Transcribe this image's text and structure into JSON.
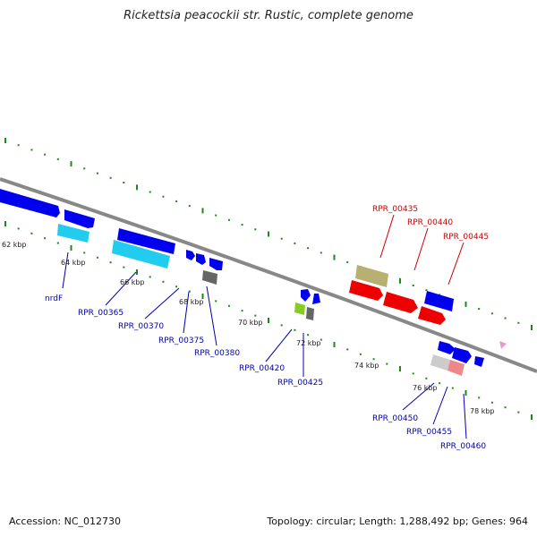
{
  "title": "Rickettsia peacockii str. Rustic, complete genome",
  "footer": {
    "accession": "Accession: NC_012730",
    "summary": "Topology: circular; Length: 1,288,492 bp; Genes: 964"
  },
  "colors": {
    "backbone": "#888888",
    "tick": "#1a8a1a",
    "blue": "#0000ee",
    "cyan": "#22ccee",
    "red": "#ee0000",
    "khaki": "#b8b070",
    "gray": "#666666",
    "lightgray": "#cccccc",
    "pink": "#ee8888",
    "lime": "#88cc22",
    "magenta": "#ee99cc",
    "label_blue": "#0000aa",
    "label_red": "#cc0000"
  },
  "kbp_labels": [
    "62 kbp",
    "64 kbp",
    "66 kbp",
    "68 kbp",
    "70 kbp",
    "72 kbp",
    "74 kbp",
    "76 kbp",
    "78 kbp"
  ],
  "gene_labels": {
    "nrdF": "nrdF",
    "g365": "RPR_00365",
    "g370": "RPR_00370",
    "g375": "RPR_00375",
    "g380": "RPR_00380",
    "g420": "RPR_00420",
    "g425": "RPR_00425",
    "g435": "RPR_00435",
    "g440": "RPR_00440",
    "g445": "RPR_00445",
    "g450": "RPR_00450",
    "g455": "RPR_00455",
    "g460": "RPR_00460"
  }
}
